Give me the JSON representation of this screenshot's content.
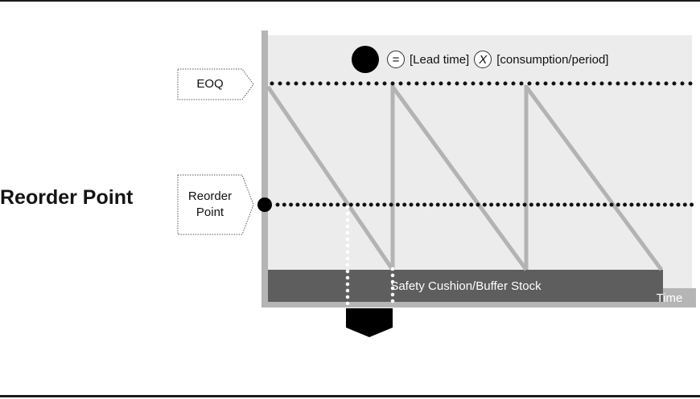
{
  "diagram": {
    "heading": "Reorder Point",
    "tags": {
      "eoq": "EOQ",
      "reorder_point": [
        "Reorder",
        "Point"
      ]
    },
    "legend": {
      "equals_symbol": "=",
      "lead_time": "[Lead time]",
      "times_symbol": "X",
      "consumption": "[consumption/period]"
    },
    "buffer_label": "Safety Cushion/Buffer Stock",
    "time_label": "Time"
  }
}
